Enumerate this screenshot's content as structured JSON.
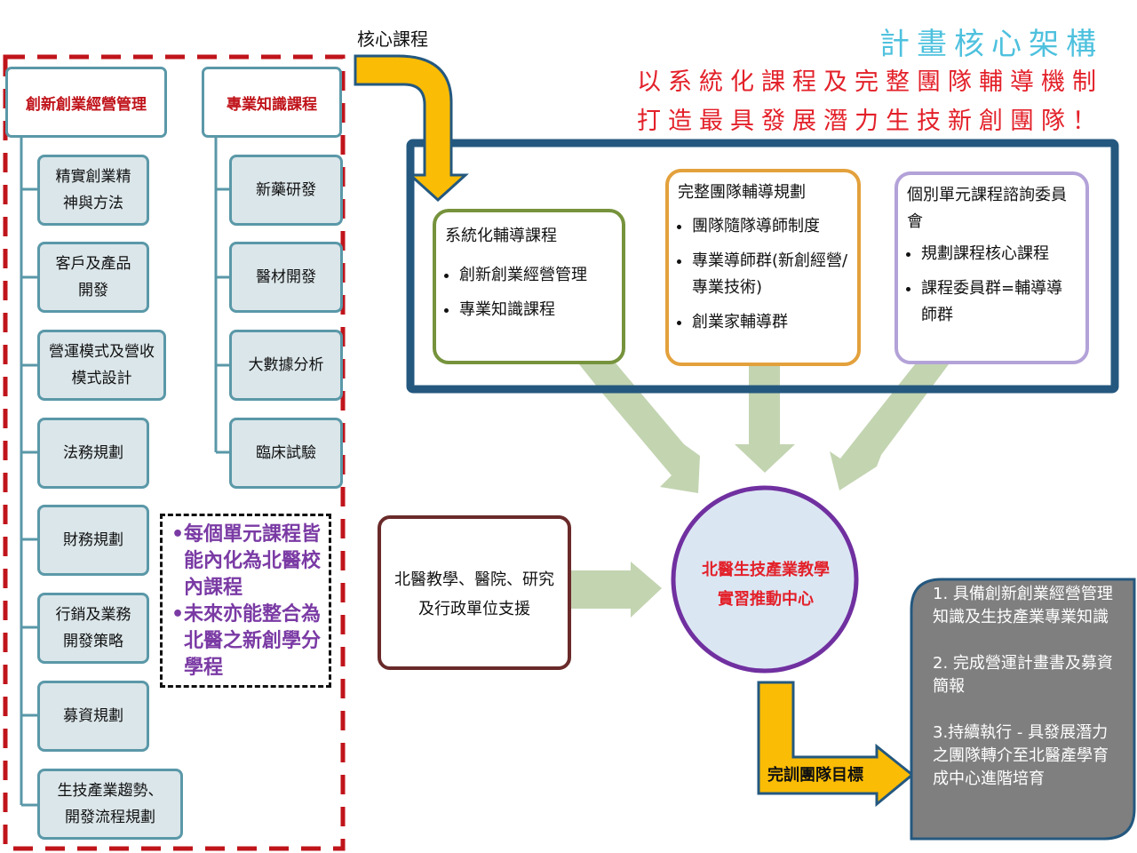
{
  "header": {
    "title": "計畫核心架構",
    "subtitle_line1": "以系統化課程及完整團隊輔導機制",
    "subtitle_line2": "打造最具發展潛力生技新創團隊！",
    "core_label": "核心課程"
  },
  "left_panel": {
    "columns": [
      {
        "heading": "創新創業經營管理",
        "items": [
          "精實創業精神與方法",
          "客戶及產品開發",
          "營運模式及營收模式設計",
          "法務規劃",
          "財務規劃",
          "行銷及業務開發策略",
          "募資規劃",
          "生技產業趨勢、開發流程規劃"
        ]
      },
      {
        "heading": "專業知識課程",
        "items": [
          "新藥研發",
          "醫材開發",
          "大數據分析",
          "臨床試驗"
        ]
      }
    ],
    "note": [
      "每個單元課程皆能內化為北醫校內課程",
      "未來亦能整合為北醫之新創學分學程"
    ]
  },
  "cards": [
    {
      "title": "系統化輔導課程",
      "bullets": [
        "創新創業經營管理",
        "專業知識課程"
      ],
      "color": "#76933c"
    },
    {
      "title": "完整團隊輔導規劃",
      "bullets": [
        "團隊隨隊導師制度",
        "專業導師群(新創經營/專業技術)",
        "創業家輔導群"
      ],
      "color": "#e3a13c"
    },
    {
      "title": "個別單元課程諮詢委員會",
      "bullets": [
        "規劃課程核心課程",
        "課程委員群=輔導導師群"
      ],
      "color": "#b3a2d8"
    }
  ],
  "support_box": "北醫教學、醫院、研究及行政單位支援",
  "center": "北醫生技產業教學實習推動中心",
  "goal_label": "完訓團隊目標",
  "goals": [
    "1. 具備創新創業經營管理知識及生技產業專業知識",
    "2. 完成營運計畫書及募資簡報",
    "3.持續執行 - 具發展潛力之團隊轉介至北醫產學育成中心進階培育"
  ],
  "colors": {
    "dashed_frame": "#c0141b",
    "teal_border": "#5a98a8",
    "item_fill": "#dbe6ea",
    "blue_frame": "#24587f",
    "arrow_yellow": "#fbbc05",
    "arrow_green": "#c3d4b1",
    "circle_fill": "#dbe6f3",
    "circle_border": "#7030a0",
    "support_border": "#6a2a2a",
    "goal_fill": "#7f7f7f",
    "note_text": "#7a3aa4"
  }
}
